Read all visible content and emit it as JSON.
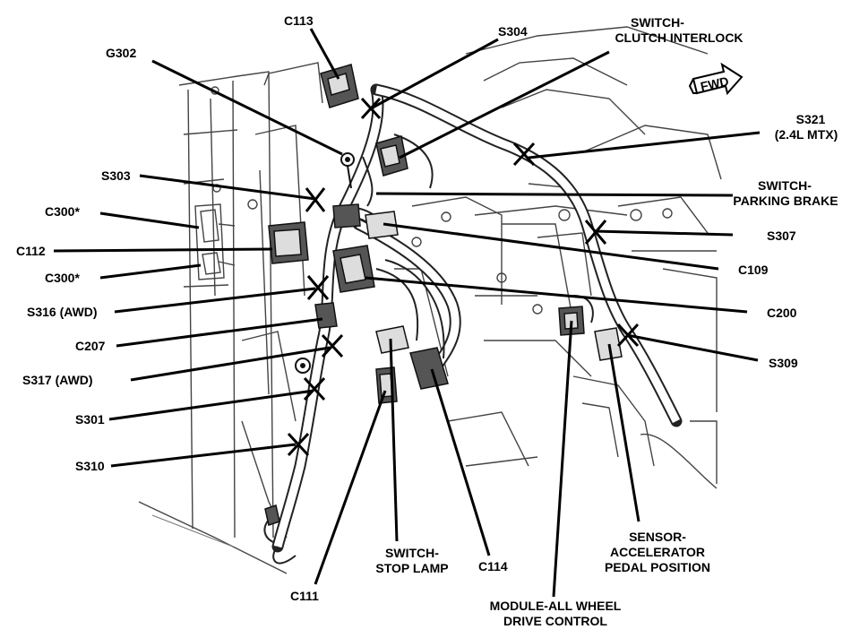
{
  "labels": {
    "c113": "C113",
    "s304": "S304",
    "switch_clutch_1": "SWITCH-",
    "switch_clutch_2": "CLUTCH INTERLOCK",
    "g302": "G302",
    "fwd": "FWD",
    "s321_1": "S321",
    "s321_2": "(2.4L MTX)",
    "s303": "S303",
    "switch_parking_1": "SWITCH-",
    "switch_parking_2": "PARKING BRAKE",
    "c300_top": "C300*",
    "c112": "C112",
    "c300_bottom": "C300*",
    "s307": "S307",
    "c109": "C109",
    "s316": "S316 (AWD)",
    "c200": "C200",
    "c207": "C207",
    "s309": "S309",
    "s317": "S317 (AWD)",
    "s301": "S301",
    "s310": "S310",
    "switch_stop_1": "SWITCH-",
    "switch_stop_2": "STOP LAMP",
    "c114": "C114",
    "sensor_1": "SENSOR-",
    "sensor_2": "ACCELERATOR",
    "sensor_3": "PEDAL POSITION",
    "c111": "C111",
    "module_1": "MODULE-ALL WHEEL",
    "module_2": "DRIVE CONTROL"
  },
  "icons": {
    "fwd_arrow": "fwd-arrow-icon",
    "splice_marker": "splice-x-icon",
    "ground_point": "ground-icon"
  },
  "colors": {
    "ink": "#000000",
    "background": "#ffffff"
  }
}
